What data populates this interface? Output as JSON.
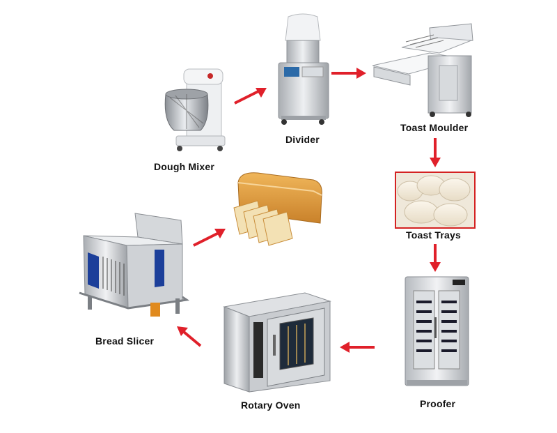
{
  "process": {
    "steps": [
      {
        "label": "Dough Mixer"
      },
      {
        "label": "Divider"
      },
      {
        "label": "Toast Moulder"
      },
      {
        "label": "Toast Trays"
      },
      {
        "label": "Proofer"
      },
      {
        "label": "Rotary Oven"
      },
      {
        "label": "Bread Slicer"
      }
    ]
  },
  "colors": {
    "arrow": "#e0202a",
    "tray_border": "#d42222",
    "steel": "#c9ccd0",
    "accent_blue": "#1c3f9a"
  }
}
